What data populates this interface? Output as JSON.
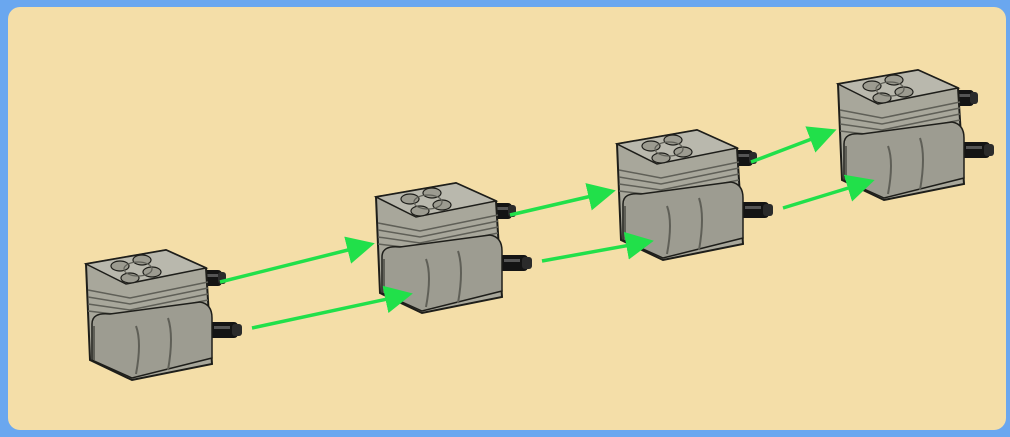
{
  "diagram": {
    "description_visible_text": "",
    "colors": {
      "background_frame": "#6aa7ef",
      "panel": "#f4dea8",
      "arrow": "#21e04a",
      "block_body": "#a8a79b",
      "block_dark": "#5f5f57",
      "block_outline": "#1e1e1a",
      "axle": "#141414"
    },
    "items": [
      {
        "kind": "tech-block-with-axles"
      },
      {
        "kind": "tech-block-with-axles"
      },
      {
        "kind": "tech-block-with-axles"
      },
      {
        "kind": "tech-block-with-axles"
      }
    ],
    "connections": [
      {
        "from": 0,
        "to": 1,
        "port": "upper"
      },
      {
        "from": 0,
        "to": 1,
        "port": "lower"
      },
      {
        "from": 1,
        "to": 2,
        "port": "upper"
      },
      {
        "from": 1,
        "to": 2,
        "port": "lower"
      },
      {
        "from": 2,
        "to": 3,
        "port": "upper"
      },
      {
        "from": 2,
        "to": 3,
        "port": "lower"
      }
    ]
  }
}
